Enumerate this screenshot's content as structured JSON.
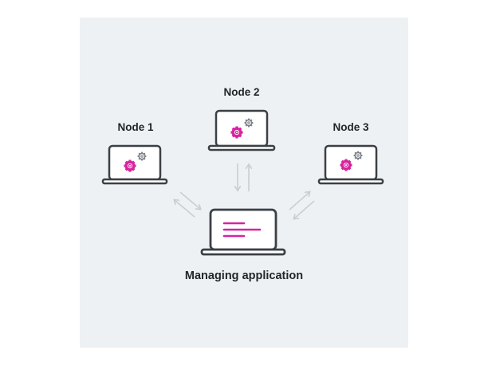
{
  "colors": {
    "panel_background": "#eef1f3",
    "laptop_outline": "#3b4045",
    "accent_magenta": "#d6249f",
    "gear_gray": "#7a7f85",
    "arrow_gray": "#c9ced3"
  },
  "nodes": [
    {
      "label": "Node 1",
      "icons": [
        "gear-icon",
        "small-gear-icon"
      ]
    },
    {
      "label": "Node 2",
      "icons": [
        "gear-icon",
        "small-gear-icon"
      ]
    },
    {
      "label": "Node 3",
      "icons": [
        "gear-icon",
        "small-gear-icon"
      ]
    }
  ],
  "manager": {
    "label": "Managing application",
    "icon": "document-lines-icon"
  },
  "connections": [
    {
      "from": "Managing application",
      "to": "Node 1",
      "direction": "bidirectional"
    },
    {
      "from": "Managing application",
      "to": "Node 2",
      "direction": "bidirectional"
    },
    {
      "from": "Managing application",
      "to": "Node 3",
      "direction": "bidirectional"
    }
  ]
}
